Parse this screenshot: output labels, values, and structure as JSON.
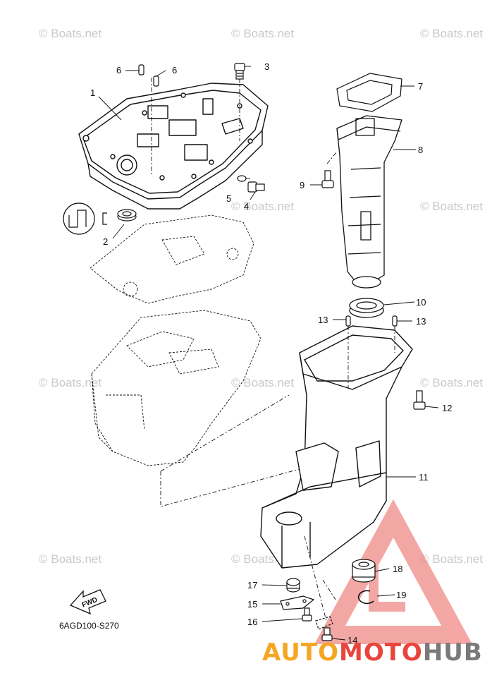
{
  "diagram": {
    "drawing_code": "6AGD100-S270",
    "direction_label": "FWD",
    "watermark_text": "© Boats.net",
    "parts": [
      "1",
      "2",
      "3",
      "4",
      "5",
      "6",
      "6",
      "7",
      "8",
      "9",
      "10",
      "11",
      "12",
      "13",
      "13",
      "14",
      "15",
      "16",
      "17",
      "18",
      "19"
    ]
  },
  "logo": {
    "brand_part1": "AUTO",
    "brand_part2": "MOTO",
    "brand_part3": "HUB",
    "colors": {
      "orange": "#f5a623",
      "red": "#e8453c",
      "gray": "#7a7a7a",
      "triangle": "#f08a86"
    }
  }
}
